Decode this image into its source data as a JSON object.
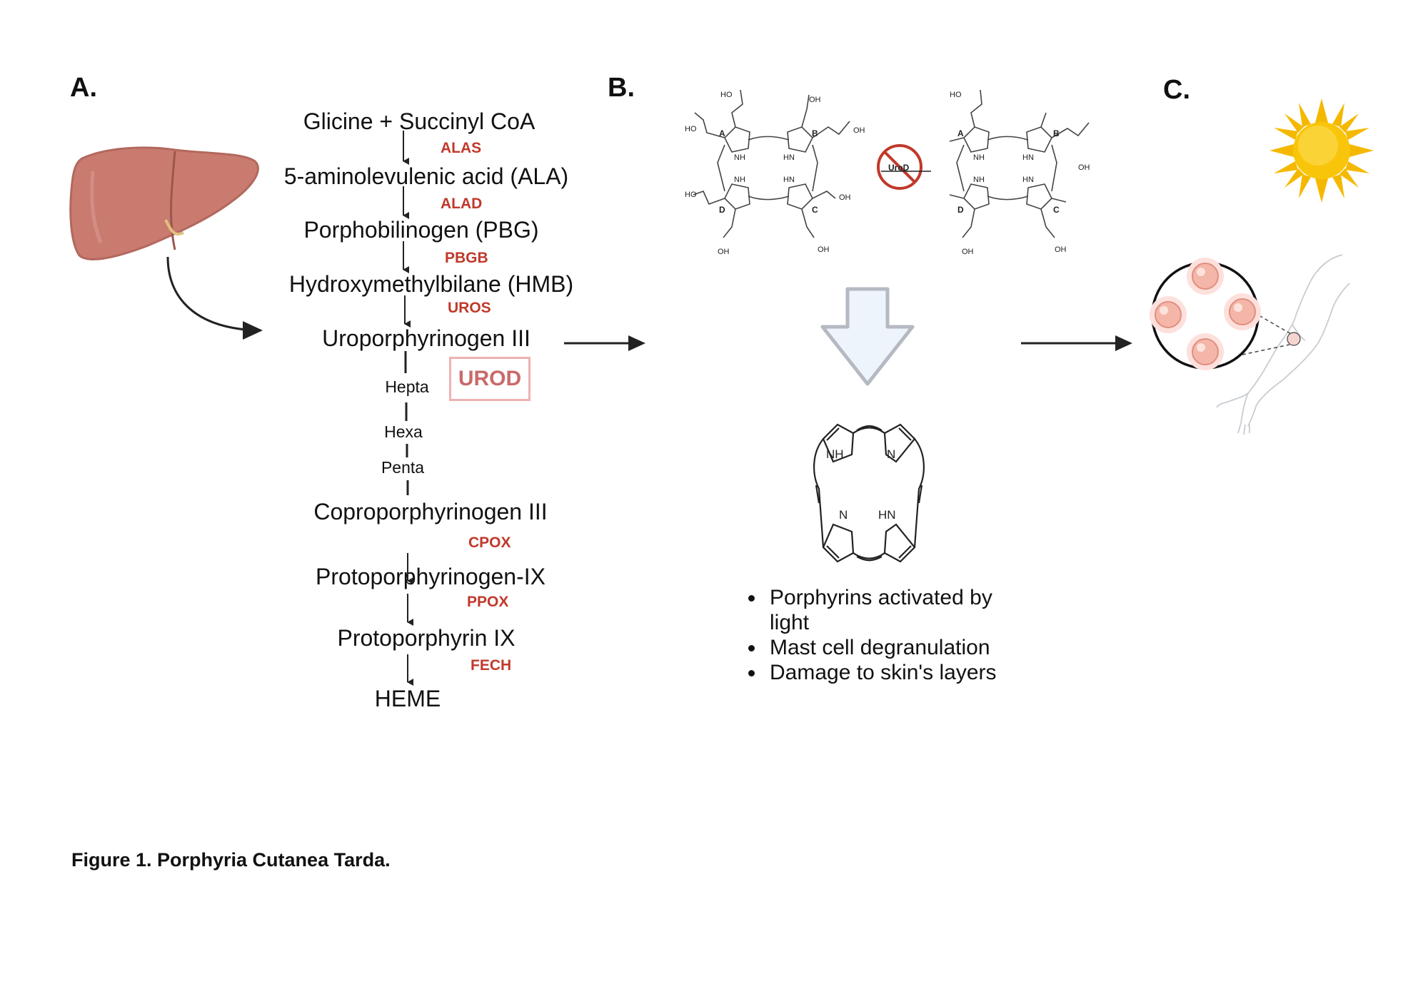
{
  "panels": {
    "a": "A.",
    "b": "B.",
    "c": "C."
  },
  "pathway": {
    "steps": [
      "Glicine + Succinyl CoA",
      "5-aminolevulenic acid (ALA)",
      "Porphobilinogen (PBG)",
      "Hydroxymethylbilane (HMB)",
      "Uroporphyrinogen III",
      "Coproporphyrinogen III",
      "Protoporphyrinogen-IX",
      "Protoporphyrin IX",
      "HEME"
    ],
    "enzymes": [
      "ALAS",
      "ALAD",
      "PBGB",
      "UROS",
      "CPOX",
      "PPOX",
      "FECH"
    ],
    "intermediates": [
      "Hepta",
      "Hexa",
      "Penta"
    ],
    "highlighted_enzyme": "UROD"
  },
  "chemistry": {
    "ring_labels": [
      "A",
      "B",
      "C",
      "D"
    ],
    "cooh": "HO",
    "oh": "OH",
    "nh": "NH",
    "hn": "HN",
    "n": "N",
    "blocked_enzyme": "UroD"
  },
  "bullets": [
    "Porphyrins activated by light",
    "Mast cell degranulation",
    "Damage to skin's layers"
  ],
  "caption": "Figure 1. Porphyria Cutanea Tarda.",
  "colors": {
    "enzyme": "#c0392b",
    "urod_border": "#efb0b0",
    "liver": "#c97b70",
    "sun": "#f5b800",
    "arrow_fill": "#eef4fc",
    "arrow_stroke": "#b5b9c2"
  }
}
